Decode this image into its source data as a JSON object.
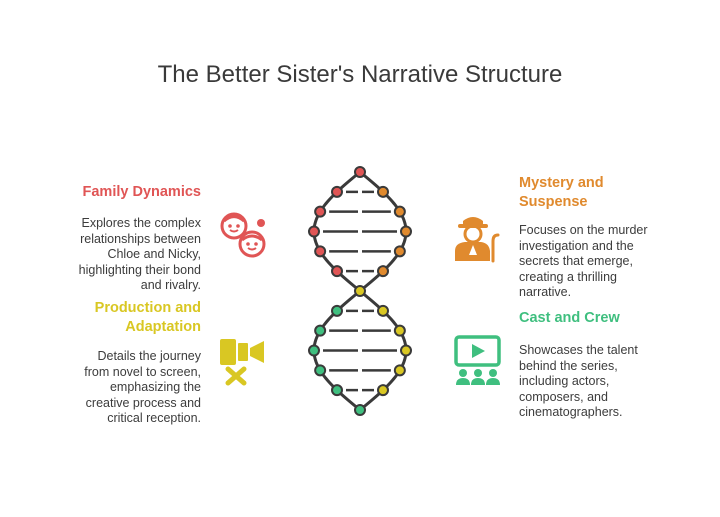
{
  "title": "The Better Sister's Narrative Structure",
  "colors": {
    "red": "#e05555",
    "orange": "#e08a2e",
    "yellow": "#d9c723",
    "green": "#3fbf7f",
    "strand": "#3a3a3a"
  },
  "sections": {
    "family": {
      "heading": "Family Dynamics",
      "body": [
        "Explores the complex",
        "relationships between",
        "Chloe and Nicky,",
        "highlighting their bond",
        "and rivalry."
      ],
      "icon": "sisters-faces-icon"
    },
    "mystery": {
      "heading": [
        "Mystery and",
        "Suspense"
      ],
      "body": [
        "Focuses on the murder",
        "investigation and the",
        "secrets that emerge,",
        "creating a thrilling",
        "narrative."
      ],
      "icon": "detective-icon"
    },
    "production": {
      "heading": [
        "Production and",
        "Adaptation"
      ],
      "body": [
        "Details the journey",
        "from novel to screen,",
        "emphasizing the",
        "creative process and",
        "critical reception."
      ],
      "icon": "movie-camera-icon"
    },
    "cast": {
      "heading": "Cast and Crew",
      "body": [
        "Showcases the talent",
        "behind the series,",
        "including actors,",
        "composers, and",
        "cinematographers."
      ],
      "icon": "screen-audience-icon"
    }
  }
}
